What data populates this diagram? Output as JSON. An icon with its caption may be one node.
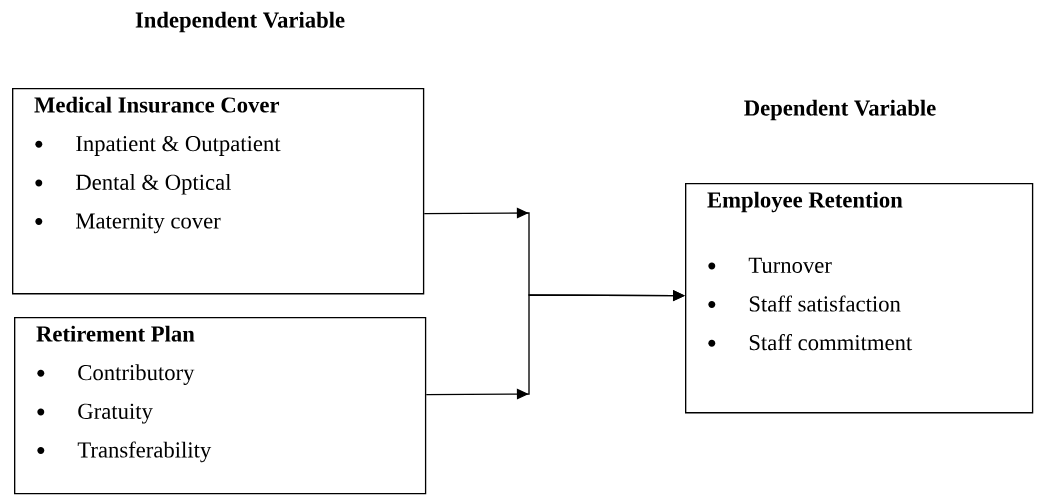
{
  "diagram": {
    "nodes": [
      {
        "text": [
          "Medical Insurance Cover",
          "Inpatient & Outpatient",
          "Dental & Optical",
          "Maternity cover"
        ]
      },
      {
        "text": [
          "Retirement Plan",
          "Contributory",
          "Gratuity",
          "Transferability"
        ]
      },
      {
        "text": [
          "Employee Retention",
          "Turnover",
          "Staff satisfaction",
          "Staff commitment"
        ]
      }
    ],
    "edges": [
      {
        "from": 0,
        "to": 2,
        "arrow": "to"
      },
      {
        "from": 1,
        "to": 2,
        "arrow": "to"
      }
    ],
    "labels": [
      "Independent Variable",
      "Dependent Variable"
    ]
  }
}
